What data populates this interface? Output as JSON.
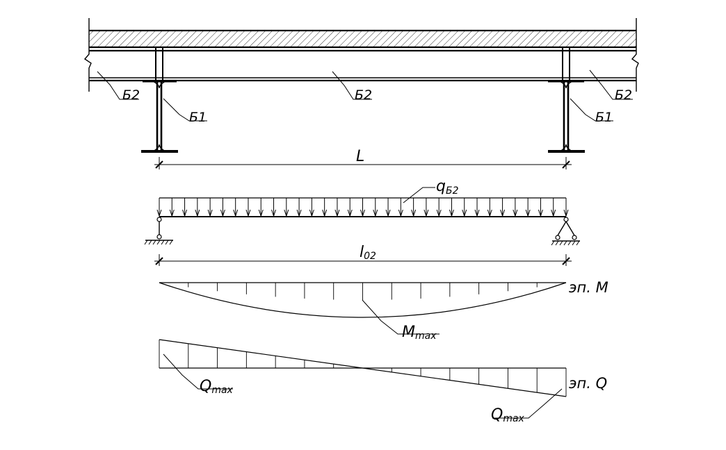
{
  "labels": {
    "beam_b2_left": "Б2",
    "beam_b2_middle": "Б2",
    "beam_b2_right": "Б2",
    "column_b1_left": "Б1",
    "column_b1_right": "Б1",
    "span_total": "L",
    "load": "q",
    "load_sub": "Б2",
    "span_design": "l",
    "span_design_sub": "02",
    "moment_diagram": "эп. M",
    "moment_max": "M",
    "moment_max_sub": "max",
    "shear_diagram": "эп. Q",
    "shear_max_left": "Q",
    "shear_max_left_sub": "max",
    "shear_max_right": "Q",
    "shear_max_right_sub": "max"
  }
}
